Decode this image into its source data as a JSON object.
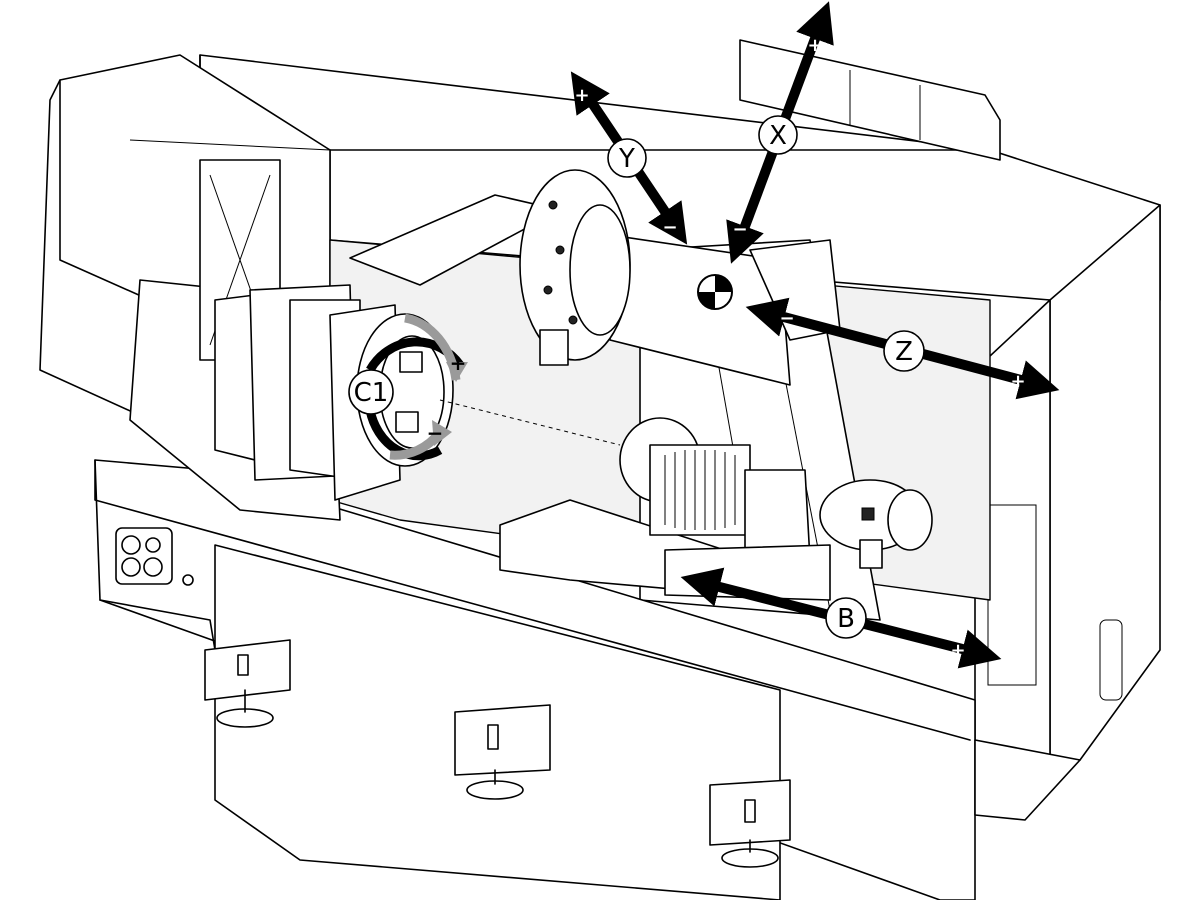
{
  "axes": {
    "x": {
      "label": "X",
      "plus": "+",
      "minus": "−"
    },
    "y": {
      "label": "Y",
      "plus": "+",
      "minus": "−"
    },
    "z": {
      "label": "Z",
      "plus": "+",
      "minus": "−"
    },
    "b": {
      "label": "B",
      "plus": "+",
      "minus": "−"
    },
    "c1": {
      "label": "C1",
      "plus": "+",
      "minus": "−"
    }
  },
  "colors": {
    "line": "#000000",
    "arrow": "#000000",
    "background": "#ffffff",
    "c1_arrow": "#9a9a9a"
  }
}
